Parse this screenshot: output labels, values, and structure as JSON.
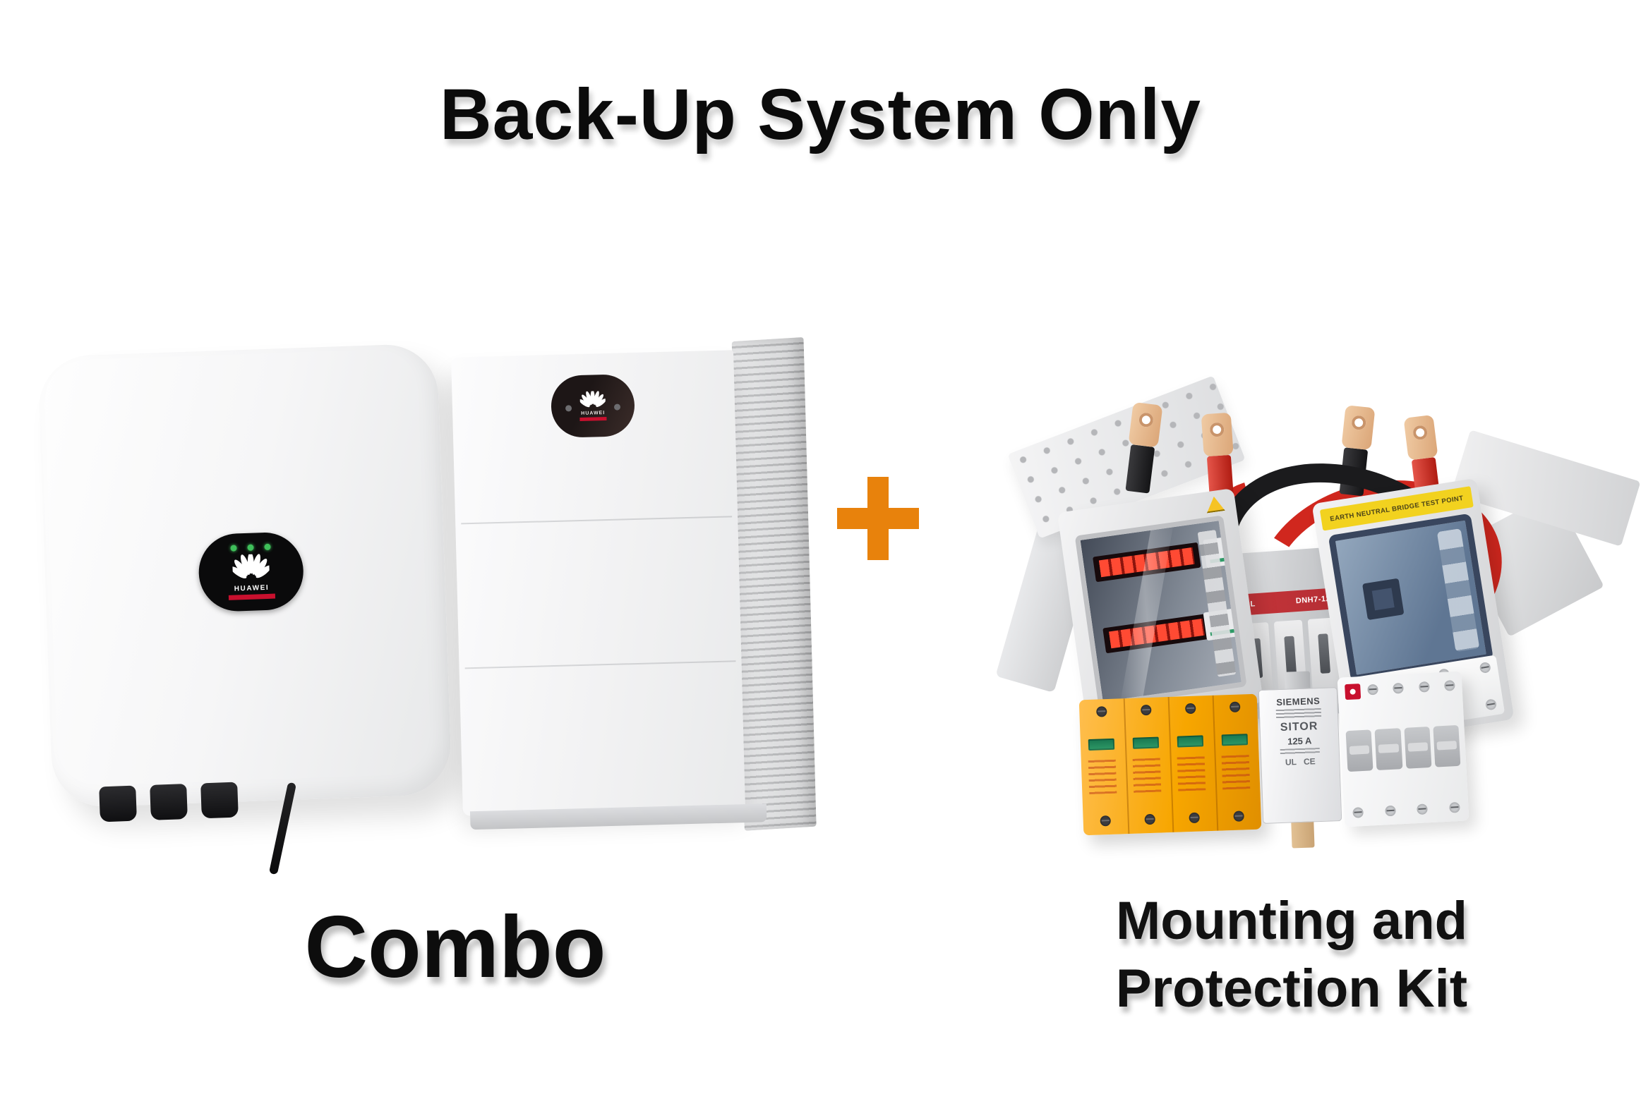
{
  "title": "Back-Up System Only",
  "plus_sign": "+",
  "combo": {
    "label": "Combo",
    "inverter": {
      "brand": "HUAWEI"
    },
    "battery": {
      "brand": "HUAWEI"
    }
  },
  "kit": {
    "label_line1": "Mounting and",
    "label_line2": "Protection Kit",
    "enclosure_label": "EARTH NEUTRAL BRIDGE TEST POINT",
    "isolator": {
      "brand": "GRL",
      "model": "DNH7-125"
    },
    "fuse": {
      "brand": "SIEMENS",
      "series": "SITOR",
      "rating": "125 A",
      "marks": [
        "UL",
        "CE"
      ]
    }
  },
  "colors": {
    "background": "#FFFFFF",
    "title_text": "#0B0B0B",
    "accent_orange": "#E8820C",
    "brand_red": "#C8102E",
    "cable_red": "#D0271E",
    "cable_black": "#1B1B1D",
    "led_green": "#3FBF5A",
    "spd_yellow": "#F7A600",
    "label_yellow": "#F2D21F"
  }
}
